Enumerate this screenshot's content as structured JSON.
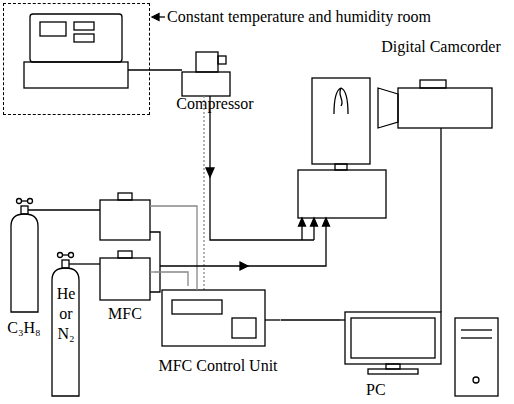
{
  "diagram": {
    "nodes": [
      {
        "text": [
          "Constant temperature and humidity room"
        ]
      },
      {
        "text": [
          "Compressor"
        ],
        "in": 0
      },
      {
        "text": [
          "Digital Camcorder"
        ]
      },
      {
        "text": [
          "C₃H₈"
        ]
      },
      {
        "text": [
          "He or N₂"
        ]
      },
      {
        "text": [
          "MFC"
        ]
      },
      {
        "text": [
          "MFC Control Unit"
        ]
      },
      {
        "text": [
          "PC"
        ]
      }
    ],
    "edges": [
      {
        "from": 4,
        "to": 5,
        "arrow": "none"
      },
      {
        "from": 6,
        "to": 5,
        "arrow": "none"
      },
      {
        "from": 2,
        "to": 7,
        "arrow": "none"
      },
      {
        "from": 6,
        "to": 7,
        "arrow": "none"
      }
    ]
  }
}
